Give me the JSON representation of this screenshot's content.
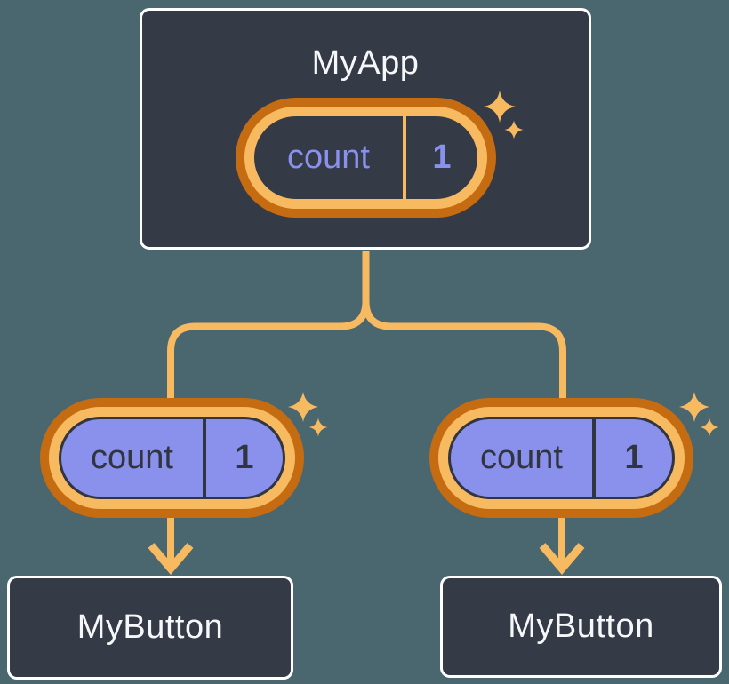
{
  "diagram": {
    "root": {
      "title": "MyApp",
      "state": {
        "label": "count",
        "value": "1"
      }
    },
    "children": [
      {
        "title": "MyButton",
        "prop": {
          "label": "count",
          "value": "1"
        }
      },
      {
        "title": "MyButton",
        "prop": {
          "label": "count",
          "value": "1"
        }
      }
    ],
    "icons": [
      "sparkle-icon"
    ],
    "colors": {
      "background": "#4A6770",
      "node_fill": "#343A46",
      "node_border": "#FFFFFF",
      "ring_outer_orange": "#C56B12",
      "ring_inner_orange": "#F8BA61",
      "connector_orange": "#F8BA61",
      "state_fill_periwinkle": "#8A91EC",
      "state_text_on_dark": "#8A91EC",
      "state_text_on_light": "#30353F",
      "title_text": "#F6F7F9"
    }
  }
}
